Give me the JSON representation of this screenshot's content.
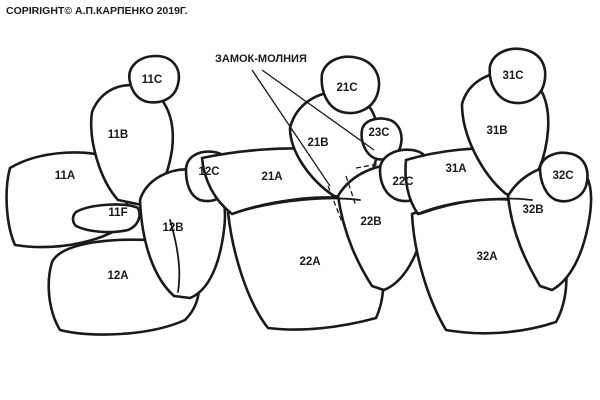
{
  "copyright": "COPIRIGHT© А.П.КАРПЕНКО 2019Г.",
  "callout": "ЗАМОК-МОЛНИЯ",
  "colors": {
    "line": "#1a1a1a",
    "background": "#ffffff"
  },
  "labels": {
    "l11C": "11C",
    "l11B": "11B",
    "l11A": "11A",
    "l11F": "11F",
    "l12C": "12C",
    "l12B": "12B",
    "l12A": "12A",
    "l21C": "21C",
    "l21B": "21B",
    "l21A": "21A",
    "l22A": "22A",
    "l23C": "23C",
    "l22C": "22C",
    "l22B": "22B",
    "l31C": "31C",
    "l31B": "31B",
    "l31A": "31A",
    "l32C": "32C",
    "l32B": "32B",
    "l32A": "32A"
  }
}
